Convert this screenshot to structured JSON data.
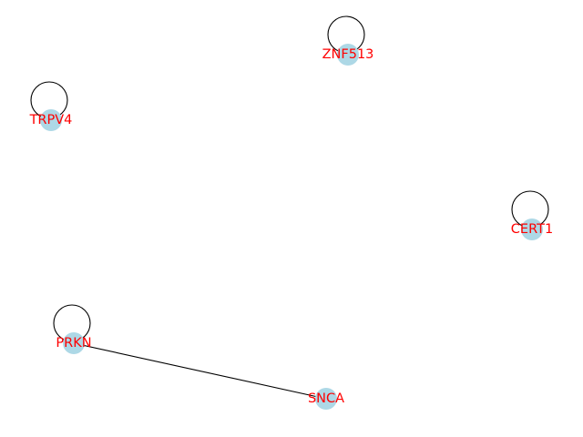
{
  "colors": {
    "node_fill": "#add8e6",
    "label": "#ff0000",
    "edge": "#000000",
    "background": "#ffffff"
  },
  "graph": {
    "nodes": [
      {
        "id": "ZNF513",
        "label": "ZNF513",
        "self_loop": true
      },
      {
        "id": "TRPV4",
        "label": "TRPV4",
        "self_loop": true
      },
      {
        "id": "CERT1",
        "label": "CERT1",
        "self_loop": true
      },
      {
        "id": "PRKN",
        "label": "PRKN",
        "self_loop": true
      },
      {
        "id": "SNCA",
        "label": "SNCA",
        "self_loop": false
      }
    ],
    "edges": [
      {
        "source": "PRKN",
        "target": "SNCA"
      }
    ]
  }
}
